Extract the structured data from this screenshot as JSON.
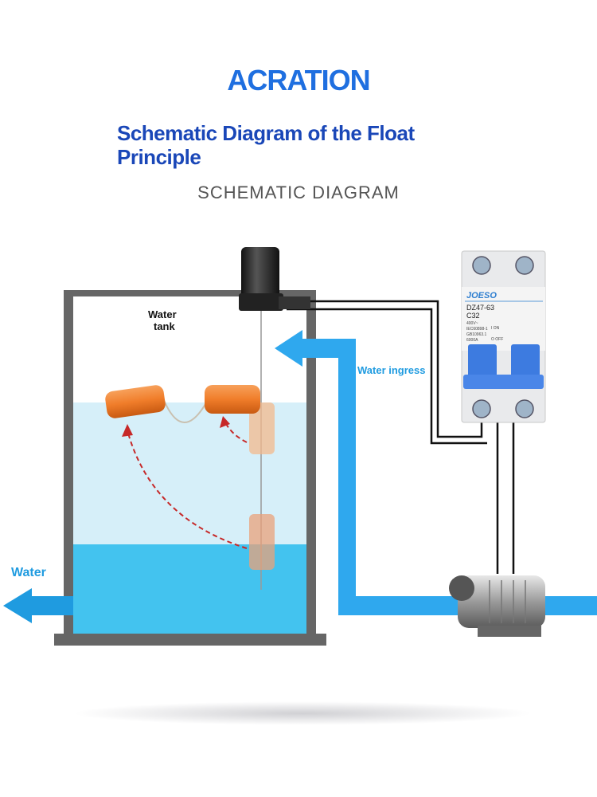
{
  "header": {
    "brand": "ACRATION",
    "title": "Schematic Diagram of the Float Principle",
    "subtitle": "SCHEMATIC DIAGRAM"
  },
  "diagram": {
    "tank_label_line1": "Water",
    "tank_label_line2": "tank",
    "inlet_label": "Water ingress",
    "outlet_label": "Water",
    "breaker": {
      "brand": "JOESO",
      "model": "DZ47-63",
      "rating": "C32",
      "voltage": "400V~",
      "standard1": "IEC60898-1",
      "standard2": "GB10963.1",
      "capacity": "6000A",
      "on_label": "I ON",
      "off_label": "O OFF"
    },
    "colors": {
      "water_light": "#d6eff9",
      "water_deep": "#43c3ef",
      "pipe": "#2fa8ee",
      "float": "#f07d2a",
      "label_blue": "#1f9be0"
    }
  }
}
